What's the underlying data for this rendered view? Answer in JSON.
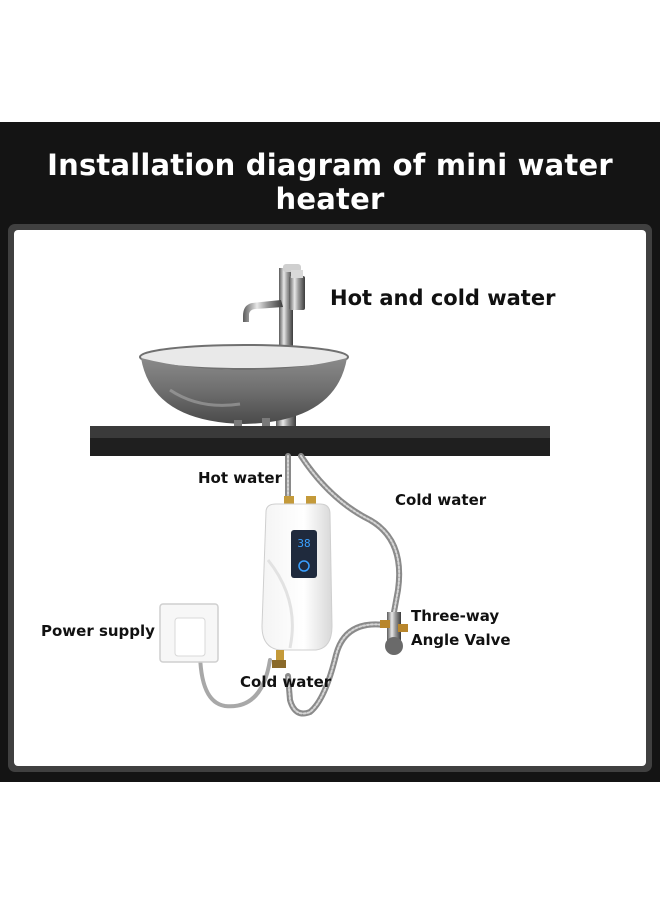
{
  "title": "Installation diagram of mini water heater",
  "labels": {
    "hot_and_cold": "Hot and cold water",
    "hot_water": "Hot water",
    "cold_water_top": "Cold water",
    "valve_line1": "Three-way",
    "valve_line2": "Angle Valve",
    "power_supply": "Power supply",
    "cold_water_bottom": "Cold water"
  },
  "heater_display": "38",
  "colors": {
    "band": "#141414",
    "panel_border": "#404040",
    "counter": "#2e2e2e",
    "display": "#1f2a3d",
    "display_glow": "#3aa0ff"
  }
}
